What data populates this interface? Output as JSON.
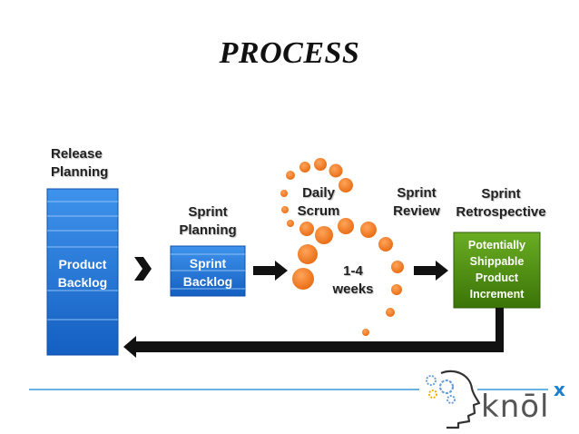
{
  "title": "PROCESS",
  "release_planning": {
    "line1": "Release",
    "line2": "Planning"
  },
  "product_backlog": {
    "line1": "Product",
    "line2": "Backlog"
  },
  "sprint_planning": {
    "line1": "Sprint",
    "line2": "Planning"
  },
  "sprint_backlog": {
    "line1": "Sprint",
    "line2": "Backlog"
  },
  "daily_scrum": {
    "line1": "Daily",
    "line2": "Scrum"
  },
  "duration": {
    "line1": "1-4",
    "line2": "weeks"
  },
  "sprint_review": {
    "line1": "Sprint",
    "line2": "Review"
  },
  "sprint_retrospective": {
    "line1": "Sprint",
    "line2": "Retrospective"
  },
  "increment": {
    "line1": "Potentially",
    "line2": "Shippable",
    "line3": "Product",
    "line4": "Increment"
  },
  "logo": {
    "text": "knōl",
    "mark": "x"
  },
  "colors": {
    "blue": "#1a6fd6",
    "green": "#4a8a10",
    "orange": "#f07a1e",
    "black": "#111111",
    "line_blue": "#3a9ad9"
  }
}
